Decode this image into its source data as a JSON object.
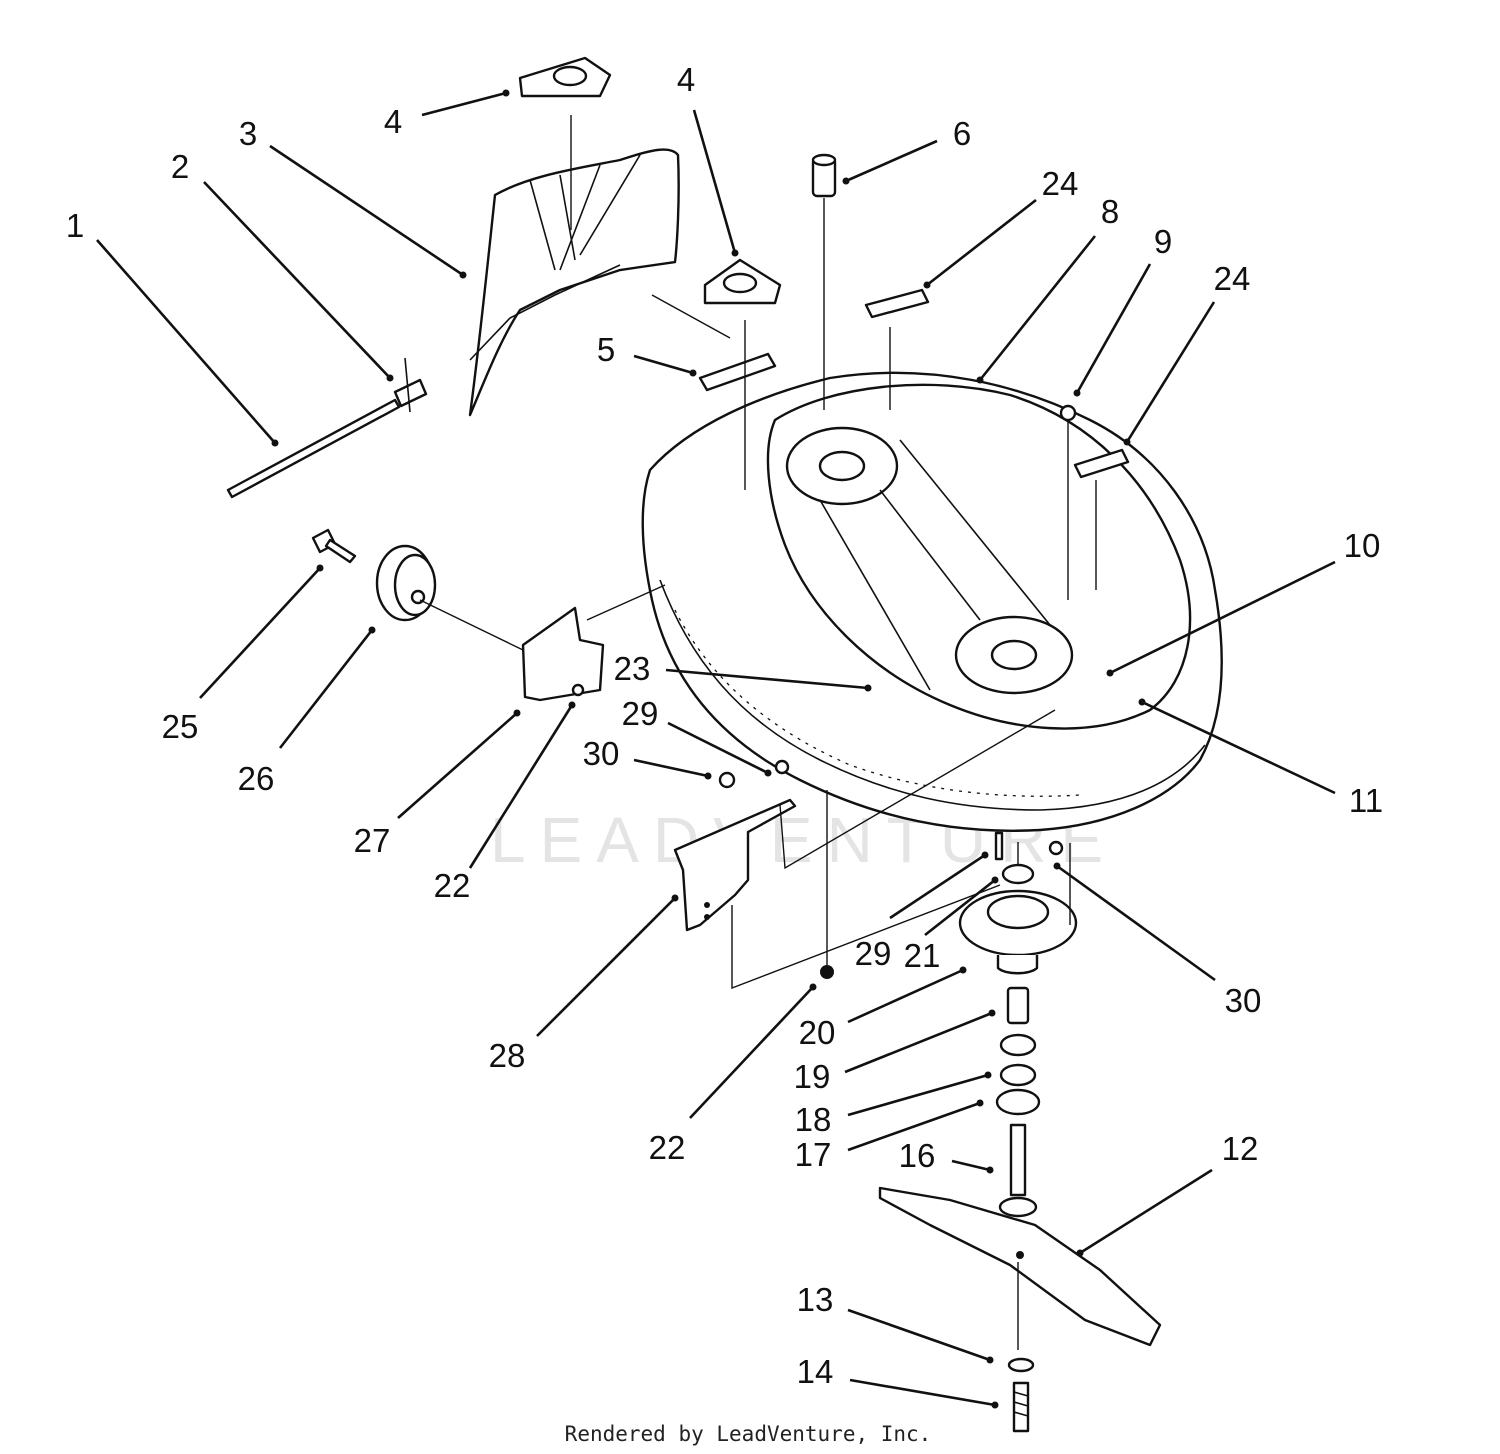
{
  "watermark": "LEADVENTURE",
  "credit": "Rendered by LeadVenture, Inc.",
  "callouts": [
    {
      "id": "c1",
      "label": "1"
    },
    {
      "id": "c2",
      "label": "2"
    },
    {
      "id": "c3",
      "label": "3"
    },
    {
      "id": "c4a",
      "label": "4"
    },
    {
      "id": "c4b",
      "label": "4"
    },
    {
      "id": "c5",
      "label": "5"
    },
    {
      "id": "c6",
      "label": "6"
    },
    {
      "id": "c24a",
      "label": "24"
    },
    {
      "id": "c8",
      "label": "8"
    },
    {
      "id": "c9",
      "label": "9"
    },
    {
      "id": "c24b",
      "label": "24"
    },
    {
      "id": "c10",
      "label": "10"
    },
    {
      "id": "c11",
      "label": "11"
    },
    {
      "id": "c12",
      "label": "12"
    },
    {
      "id": "c13",
      "label": "13"
    },
    {
      "id": "c14",
      "label": "14"
    },
    {
      "id": "c16",
      "label": "16"
    },
    {
      "id": "c17",
      "label": "17"
    },
    {
      "id": "c18",
      "label": "18"
    },
    {
      "id": "c19",
      "label": "19"
    },
    {
      "id": "c20",
      "label": "20"
    },
    {
      "id": "c21",
      "label": "21"
    },
    {
      "id": "c22a",
      "label": "22"
    },
    {
      "id": "c22b",
      "label": "22"
    },
    {
      "id": "c23",
      "label": "23"
    },
    {
      "id": "c25",
      "label": "25"
    },
    {
      "id": "c26",
      "label": "26"
    },
    {
      "id": "c27",
      "label": "27"
    },
    {
      "id": "c28",
      "label": "28"
    },
    {
      "id": "c29a",
      "label": "29"
    },
    {
      "id": "c29b",
      "label": "29"
    },
    {
      "id": "c30a",
      "label": "30"
    },
    {
      "id": "c30b",
      "label": "30"
    }
  ]
}
